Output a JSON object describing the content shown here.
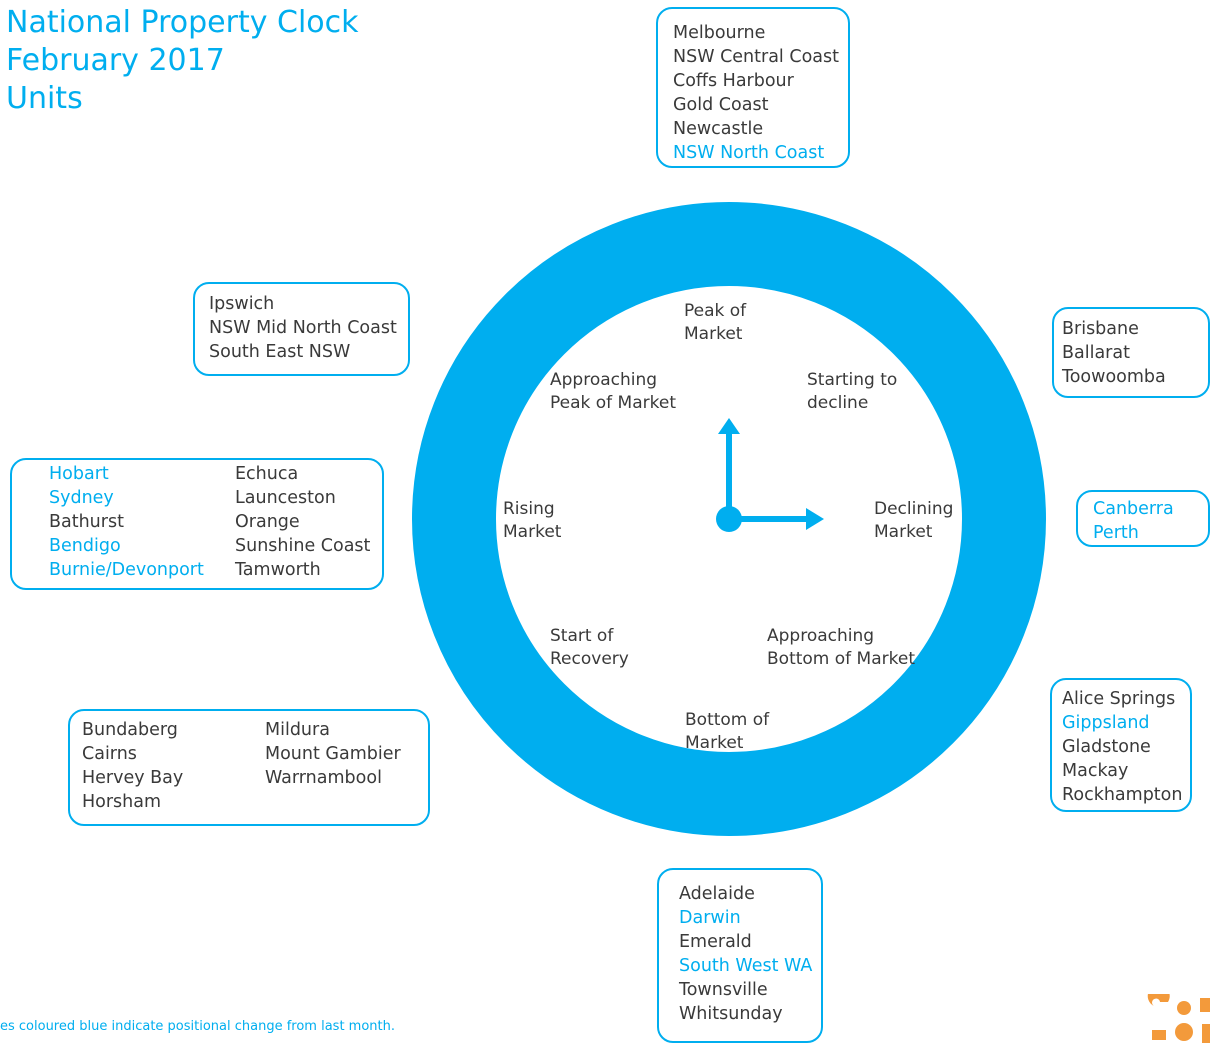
{
  "title": {
    "line1": "National Property Clock",
    "line2": "February 2017",
    "line3": "Units"
  },
  "colors": {
    "accent": "#00aeef",
    "text": "#3a3a3a",
    "logo": "#f39a3b"
  },
  "clock": {
    "phases": {
      "peak": [
        "Peak of",
        "Market"
      ],
      "starting_decline": [
        "Starting to",
        "decline"
      ],
      "declining": [
        "Declining",
        "Market"
      ],
      "approaching_bottom": [
        "Approaching",
        "Bottom of Market"
      ],
      "bottom": [
        "Bottom of",
        "Market"
      ],
      "start_recovery": [
        "Start of",
        "Recovery"
      ],
      "rising": [
        "Rising",
        "Market"
      ],
      "approaching_peak": [
        "Approaching",
        "Peak of Market"
      ]
    },
    "hands_icon": "clock-hands-icon"
  },
  "boxes": {
    "peak": {
      "items": [
        {
          "name": "Melbourne",
          "changed": false
        },
        {
          "name": "NSW Central Coast",
          "changed": false
        },
        {
          "name": "Coffs Harbour",
          "changed": false
        },
        {
          "name": "Gold Coast",
          "changed": false
        },
        {
          "name": "Newcastle",
          "changed": false
        },
        {
          "name": "NSW North Coast",
          "changed": true
        }
      ]
    },
    "starting_decline": {
      "items": [
        {
          "name": "Brisbane",
          "changed": false
        },
        {
          "name": "Ballarat",
          "changed": false
        },
        {
          "name": "Toowoomba",
          "changed": false
        }
      ]
    },
    "declining": {
      "items": [
        {
          "name": "Canberra",
          "changed": true
        },
        {
          "name": "Perth",
          "changed": true
        }
      ]
    },
    "approaching_bottom": {
      "items": [
        {
          "name": "Alice Springs",
          "changed": false
        },
        {
          "name": "Gippsland",
          "changed": true
        },
        {
          "name": "Gladstone",
          "changed": false
        },
        {
          "name": "Mackay",
          "changed": false
        },
        {
          "name": "Rockhampton",
          "changed": false
        }
      ]
    },
    "bottom": {
      "items": [
        {
          "name": "Adelaide",
          "changed": false
        },
        {
          "name": "Darwin",
          "changed": true
        },
        {
          "name": "Emerald",
          "changed": false
        },
        {
          "name": "South West WA",
          "changed": true
        },
        {
          "name": "Townsville",
          "changed": false
        },
        {
          "name": "Whitsunday",
          "changed": false
        }
      ]
    },
    "start_recovery": {
      "col1": [
        {
          "name": "Bundaberg",
          "changed": false
        },
        {
          "name": "Cairns",
          "changed": false
        },
        {
          "name": "Hervey Bay",
          "changed": false
        },
        {
          "name": "Horsham",
          "changed": false
        }
      ],
      "col2": [
        {
          "name": "Mildura",
          "changed": false
        },
        {
          "name": "Mount Gambier",
          "changed": false
        },
        {
          "name": "Warrnambool",
          "changed": false
        }
      ]
    },
    "rising": {
      "col1": [
        {
          "name": "Hobart",
          "changed": true
        },
        {
          "name": "Sydney",
          "changed": true
        },
        {
          "name": "Bathurst",
          "changed": false
        },
        {
          "name": "Bendigo",
          "changed": true
        },
        {
          "name": "Burnie/Devonport",
          "changed": true
        }
      ],
      "col2": [
        {
          "name": "Echuca",
          "changed": false
        },
        {
          "name": "Launceston",
          "changed": false
        },
        {
          "name": "Orange",
          "changed": false
        },
        {
          "name": "Sunshine Coast",
          "changed": false
        },
        {
          "name": "Tamworth",
          "changed": false
        }
      ]
    },
    "approaching_peak": {
      "items": [
        {
          "name": "Ipswich",
          "changed": false
        },
        {
          "name": "NSW Mid North Coast",
          "changed": false
        },
        {
          "name": "South East NSW",
          "changed": false
        }
      ]
    }
  },
  "footnote": "es coloured blue indicate positional change from last month.",
  "logo_icon": "company-logo-icon"
}
